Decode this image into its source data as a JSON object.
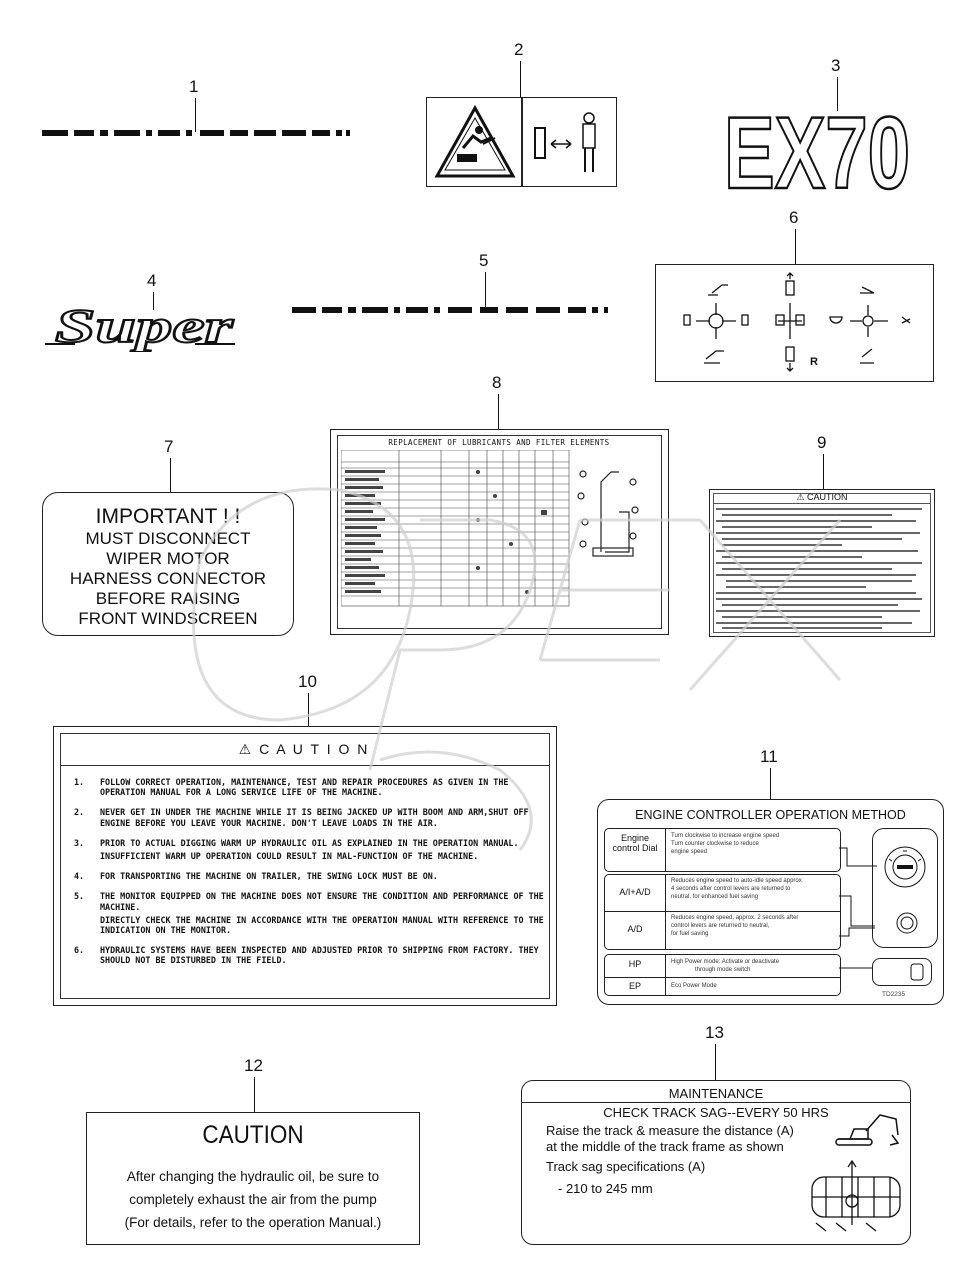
{
  "callouts": [
    "1",
    "2",
    "3",
    "4",
    "5",
    "6",
    "7",
    "8",
    "9",
    "10",
    "11",
    "12",
    "13"
  ],
  "label3": {
    "text": "EX70"
  },
  "label4": {
    "text": "Super"
  },
  "label7": {
    "lines": [
      "IMPORTANT ! !",
      "MUST DISCONNECT",
      "WIPER MOTOR",
      "HARNESS CONNECTOR",
      "BEFORE RAISING",
      "FRONT WINDSCREEN"
    ]
  },
  "label6": {
    "r_mark": "R"
  },
  "label8": {
    "title": "REPLACEMENT OF LUBRICANTS AND FILTER ELEMENTS"
  },
  "label9": {
    "title": "CAUTION"
  },
  "label10": {
    "title": "C A U T I O N",
    "items": [
      {
        "n": "1.",
        "text": "FOLLOW CORRECT OPERATION, MAINTENANCE, TEST AND REPAIR PROCEDURES AS GIVEN IN THE OPERATION MANUAL FOR A LONG SERVICE LIFE OF THE MACHINE."
      },
      {
        "n": "2.",
        "text": "NEVER GET IN UNDER THE MACHINE WHILE IT IS BEING JACKED UP WITH BOOM AND ARM,SHUT OFF ENGINE BEFORE YOU LEAVE YOUR MACHINE. DON'T LEAVE LOADS IN THE AIR."
      },
      {
        "n": "3.",
        "text": "PRIOR TO ACTUAL DIGGING WARM UP HYDRAULIC OIL AS EXPLAINED IN THE OPERATION MANUAL."
      },
      {
        "n": "",
        "text": "INSUFFICIENT WARM UP OPERATION COULD RESULT IN MAL-FUNCTION OF THE MACHINE."
      },
      {
        "n": "4.",
        "text": "FOR TRANSPORTING THE MACHINE ON TRAILER, THE SWING LOCK MUST BE ON."
      },
      {
        "n": "5.",
        "text": "THE MONITOR EQUIPPED ON THE MACHINE DOES NOT ENSURE THE CONDITION AND PERFORMANCE OF THE MACHINE."
      },
      {
        "n": "",
        "text": "DIRECTLY CHECK THE MACHINE IN ACCORDANCE WITH THE OPERATION MANUAL WITH REFERENCE TO THE INDICATION ON THE MONITOR."
      },
      {
        "n": "6.",
        "text": "HYDRAULIC SYSTEMS HAVE BEEN INSPECTED AND ADJUSTED PRIOR TO SHIPPING FROM FACTORY. THEY SHOULD NOT BE DISTURBED IN THE FIELD."
      }
    ]
  },
  "label11": {
    "title": "ENGINE CONTROLLER OPERATION METHOD",
    "rows": [
      {
        "key": "Engine control Dial",
        "desc": [
          "Turn clockwise to increase engine speed",
          "Turn counter clockwise to reduce",
          "engine speed"
        ]
      },
      {
        "key": "A/I+A/D",
        "desc": [
          "Reduces engine speed to auto-idle speed approx",
          "4 seconds after control levers are returned to",
          "neutral, for enhanced fuel saving"
        ]
      },
      {
        "key": "A/D",
        "desc": [
          "Reduces engine speed, approx. 2 seconds after",
          "control levers are returned to neutral,",
          "for fuel saving"
        ]
      },
      {
        "key": "HP",
        "desc": [
          "High Power mode: Activate or deactivate",
          "through mode switch"
        ]
      },
      {
        "key": "EP",
        "desc": [
          "Eco Power Mode"
        ]
      }
    ],
    "code": "TD2235"
  },
  "label12": {
    "title": "CAUTION",
    "lines": [
      "After changing the hydraulic oil, be sure to",
      "completely exhaust the air from the pump",
      "(For details, refer to the operation Manual.)"
    ]
  },
  "label13": {
    "title": "MAINTENANCE",
    "subtitle": "CHECK TRACK SAG--EVERY 50 HRS",
    "lines": [
      "Raise the track & measure the distance (A)",
      "at the middle of the track frame as shown",
      "Track sag specifications (A)",
      "- 210 to 245 mm"
    ]
  },
  "colors": {
    "ink": "#111111",
    "watermark": "#cfcfcf"
  }
}
